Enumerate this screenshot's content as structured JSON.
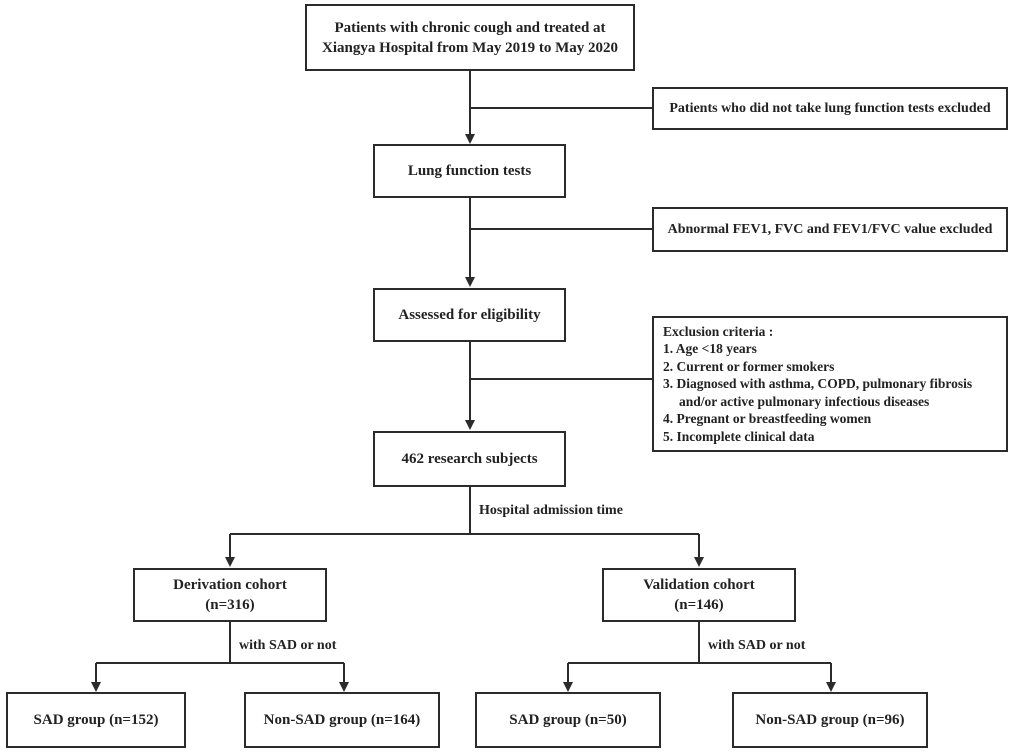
{
  "start": {
    "line1": "Patients with chronic cough and treated at",
    "line2": "Xiangya Hospital from May 2019 to May 2020"
  },
  "exclusion1": "Patients who did not take lung function tests excluded",
  "lung_tests": "Lung function tests",
  "exclusion2": "Abnormal FEV1, FVC and FEV1/FVC value excluded",
  "eligibility": "Assessed for eligibility",
  "exclusion3": {
    "title": "Exclusion criteria :",
    "items": [
      "1. Age <18 years",
      "2. Current or former smokers",
      "3. Diagnosed with asthma, COPD, pulmonary fibrosis",
      "and/or active pulmonary infectious diseases",
      "4. Pregnant or breastfeeding women",
      "5. Incomplete clinical data"
    ]
  },
  "subjects": "462 research subjects",
  "split_label": "Hospital admission time",
  "derivation": {
    "title": "Derivation cohort",
    "n": "(n=316)"
  },
  "validation": {
    "title": "Validation cohort",
    "n": "(n=146)"
  },
  "sub_label_left": "with SAD or not",
  "sub_label_right": "with SAD or not",
  "groups": {
    "d_sad": "SAD group (n=152)",
    "d_non": "Non-SAD group (n=164)",
    "v_sad": "SAD group (n=50)",
    "v_non": "Non-SAD group (n=96)"
  }
}
